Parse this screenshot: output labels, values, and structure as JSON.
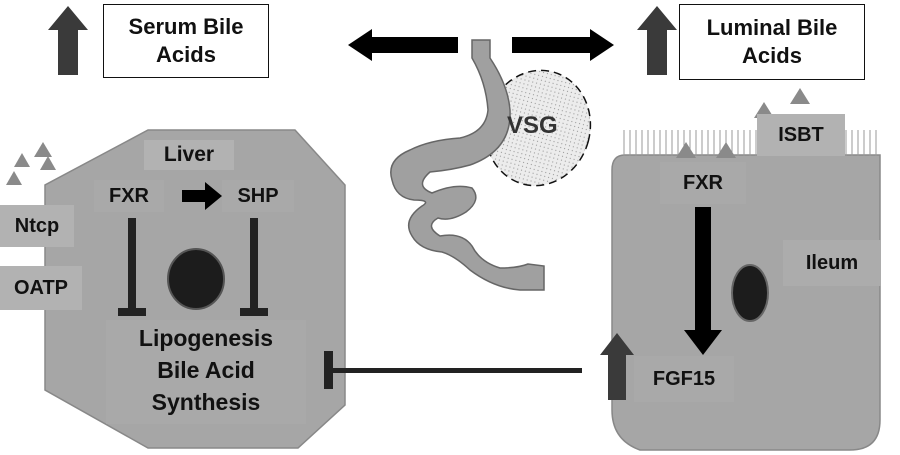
{
  "titles": {
    "serum_line1": "Serum Bile",
    "serum_line2": "Acids",
    "luminal_line1": "Luminal Bile",
    "luminal_line2": "Acids"
  },
  "stomach": {
    "label": "VSG"
  },
  "liver": {
    "title": "Liver",
    "fxr": "FXR",
    "shp": "SHP",
    "ntcp": "Ntcp",
    "oatp": "OATP",
    "outcome_line1": "Lipogenesis",
    "outcome_line2": "Bile Acid",
    "outcome_line3": "Synthesis"
  },
  "ileum": {
    "title": "Ileum",
    "fxr": "FXR",
    "isbt": "ISBT",
    "fgf15": "FGF15"
  },
  "colors": {
    "cell_fill": "#a6a6a6",
    "label_box": "#a9a9a9",
    "arrow_dark": "#3a3a3a",
    "stomach_fill": "#a0a0a0",
    "pouch_fill": "#e4e4e4"
  }
}
